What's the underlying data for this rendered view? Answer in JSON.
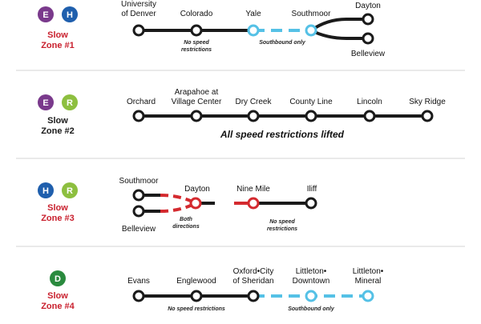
{
  "colors": {
    "line_e": "#7a3a8c",
    "line_h": "#1f5fad",
    "line_r": "#8dbf3f",
    "line_d": "#2a8a3e",
    "slow_red": "#c9202e",
    "track": "#1a1a1a",
    "southbound_blue": "#55c1e6",
    "both_dir_red": "#d42a2f",
    "divider": "#d4d4d4"
  },
  "zones": [
    {
      "badges": [
        {
          "letter": "E",
          "color": "#7a3a8c"
        },
        {
          "letter": "H",
          "color": "#1f5fad"
        }
      ],
      "title_line1": "Slow",
      "title_line2": "Zone #1",
      "title_color": "#c9202e",
      "stations": {
        "university_of_denver_1": "University",
        "university_of_denver_2": "of Denver",
        "colorado": "Colorado",
        "yale": "Yale",
        "southmoor": "Southmoor",
        "dayton": "Dayton",
        "belleview": "Belleview"
      },
      "notes": {
        "no_speed_1": "No speed",
        "no_speed_2": "restrictions",
        "southbound": "Southbound only"
      }
    },
    {
      "badges": [
        {
          "letter": "E",
          "color": "#7a3a8c"
        },
        {
          "letter": "R",
          "color": "#8dbf3f"
        }
      ],
      "title_line1": "Slow",
      "title_line2": "Zone #2",
      "title_color": "#1a1a1a",
      "stations": {
        "orchard": "Orchard",
        "arapahoe_1": "Arapahoe at",
        "arapahoe_2": "Village Center",
        "dry_creek": "Dry Creek",
        "county_line": "County Line",
        "lincoln": "Lincoln",
        "sky_ridge": "Sky Ridge"
      },
      "notes": {
        "lifted": "All speed restrictions lifted"
      }
    },
    {
      "badges": [
        {
          "letter": "H",
          "color": "#1f5fad"
        },
        {
          "letter": "R",
          "color": "#8dbf3f"
        }
      ],
      "title_line1": "Slow",
      "title_line2": "Zone #3",
      "title_color": "#c9202e",
      "stations": {
        "southmoor": "Southmoor",
        "belleview": "Belleview",
        "dayton": "Dayton",
        "nine_mile": "Nine Mile",
        "iliff": "Iliff"
      },
      "notes": {
        "both_1": "Both",
        "both_2": "directions",
        "no_speed_1": "No speed",
        "no_speed_2": "restrictions"
      }
    },
    {
      "badges": [
        {
          "letter": "D",
          "color": "#2a8a3e"
        }
      ],
      "title_line1": "Slow",
      "title_line2": "Zone #4",
      "title_color": "#c9202e",
      "stations": {
        "evans": "Evans",
        "englewood": "Englewood",
        "oxford_1": "Oxford•City",
        "oxford_2": "of Sheridan",
        "littleton_downtown_1": "Littleton•",
        "littleton_downtown_2": "Downtown",
        "littleton_mineral_1": "Littleton•",
        "littleton_mineral_2": "Mineral"
      },
      "notes": {
        "no_speed": "No speed restrictions",
        "southbound": "Southbound only"
      }
    }
  ]
}
